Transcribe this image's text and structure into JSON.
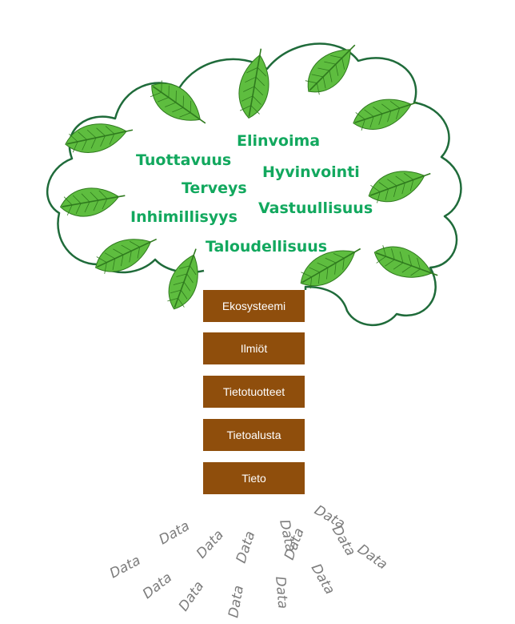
{
  "colors": {
    "crown_outline": "#1f6b3a",
    "leaf_fill": "#5ebd3f",
    "leaf_vein": "#2f7a1e",
    "crown_text": "#12a85e",
    "trunk_fill": "#8f4e0c",
    "trunk_text": "#ffffff",
    "root_text": "#7c7c7c"
  },
  "crown_words": [
    "Elinvoima",
    "Tuottavuus",
    "Hyvinvointi",
    "Terveys",
    "Inhimillisyys",
    "Vastuullisuus",
    "Taloudellisuus"
  ],
  "trunk_layers": [
    "Ekosysteemi",
    "Ilmiöt",
    "Tietotuotteet",
    "Tietoalusta",
    "Tieto"
  ],
  "root_words": [
    "Data",
    "Data",
    "Data",
    "Data",
    "Data",
    "Data",
    "Data",
    "Data",
    "Data",
    "Data",
    "Data",
    "Data",
    "Data",
    "Data"
  ],
  "leaf_icon": "leaf-icon"
}
